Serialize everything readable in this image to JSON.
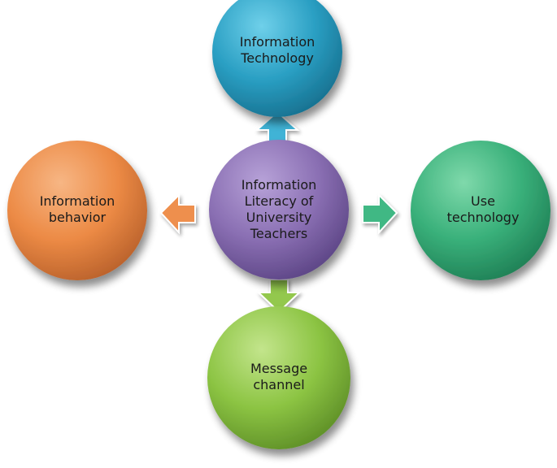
{
  "diagram": {
    "center": {
      "lines": [
        "Information",
        "Literacy of",
        "University",
        "Teachers"
      ],
      "color": "#8a6fb3"
    },
    "top": {
      "lines": [
        "Information",
        "Technology"
      ],
      "color": "#2a9fc3"
    },
    "left": {
      "lines": [
        "Information",
        "behavior"
      ],
      "color": "#ec8a45"
    },
    "right": {
      "lines": [
        "Use",
        "technology"
      ],
      "color": "#39b07a"
    },
    "bottom": {
      "lines": [
        "Message",
        "channel"
      ],
      "color": "#8cc443"
    }
  }
}
